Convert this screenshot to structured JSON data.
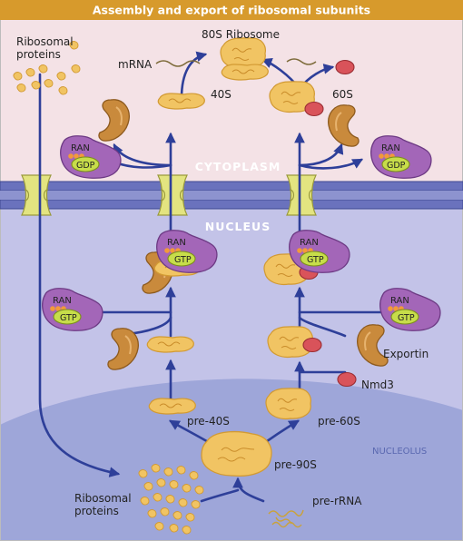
{
  "title": "Assembly and export of ribosomal subunits",
  "regions": {
    "cytoplasm": "CYTOPLASM",
    "nucleus": "NUCLEUS",
    "nucleolus": "NUCLEOLUS"
  },
  "labels": {
    "ribosomal_proteins_top": [
      "Ribosomal",
      "proteins"
    ],
    "ribosomal_proteins_bottom": [
      "Ribosomal",
      "proteins"
    ],
    "ribosome_80s": "80S Ribosome",
    "mrna": "mRNA",
    "s40": "40S",
    "s60": "60S",
    "pre_40s": "pre-40S",
    "pre_60s": "pre-60S",
    "pre_90s": "pre-90S",
    "pre_rrna": "pre-rRNA",
    "exportin": "Exportin",
    "nmd3": "Nmd3"
  },
  "ran": {
    "name": "RAN",
    "gtp": "GTP",
    "gdp": "GDP"
  },
  "colors": {
    "title_bar": "#d79a2c",
    "cytoplasm": "#f4e2e6",
    "nucleus": "#c3c3e8",
    "nucleolus": "#9ea6d9",
    "membrane": "#5a64b2",
    "arrow": "#2e3f99",
    "subunit": "#f1c463",
    "exportin": "#c98a3c",
    "ran": "#a366b8",
    "gtp": "#c7dd4a",
    "nmd3": "#d9535a",
    "pore": "#e3e480"
  }
}
